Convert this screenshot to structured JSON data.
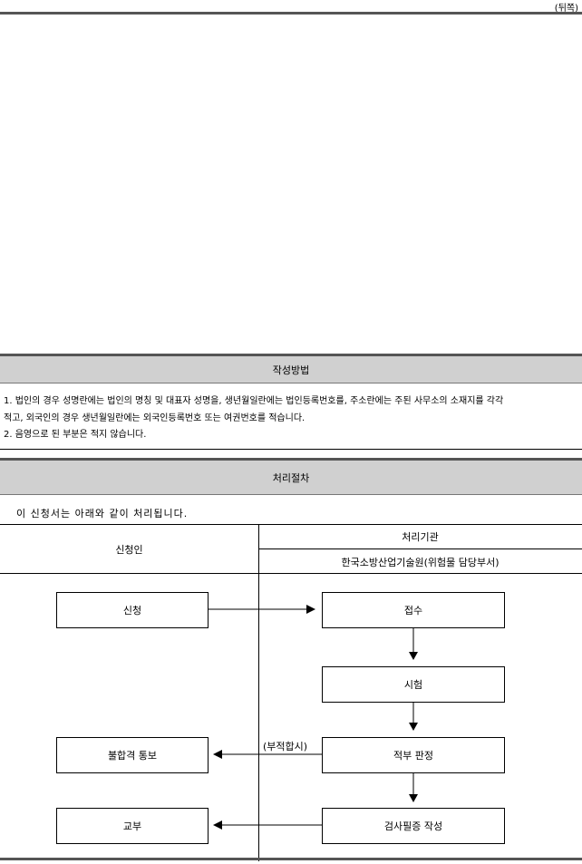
{
  "page_side": "(뒤쪽)",
  "instructions": {
    "title": "작성방법",
    "items": [
      "1. 법인의 경우 성명란에는 법인의 명칭 및 대표자 성명을, 생년월일란에는 법인등록번호를, 주소란에는 주된 사무소의 소재지를 각각",
      "  적고, 외국인의 경우 생년월일란에는 외국인등록번호 또는 여권번호를 적습니다.",
      "2. 음영으로 된 부분은 적지 않습니다."
    ]
  },
  "procedure": {
    "title": "처리절차",
    "intro": "이 신청서는 아래와 같이 처리됩니다.",
    "applicant_header": "신청인",
    "agency_header": "처리기관",
    "agency_name": "한국소방산업기술원(위험물 담당부서)",
    "steps": {
      "apply": "신청",
      "receive": "접수",
      "test": "시험",
      "judge": "적부 판정",
      "fail_notice": "불합격 통보",
      "certificate": "검사필증 작성",
      "issue": "교부"
    },
    "fail_label": "(부적합시)"
  }
}
